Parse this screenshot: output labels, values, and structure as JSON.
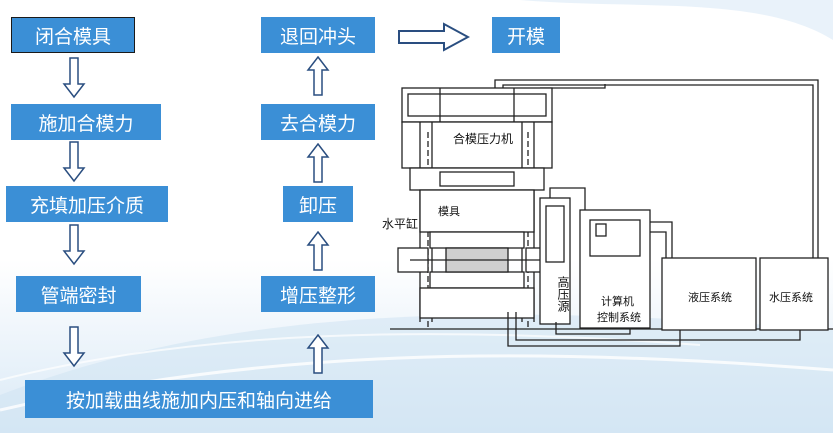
{
  "left_column": [
    {
      "id": "clamp-mold",
      "label": "闭合模具"
    },
    {
      "id": "apply-clamp",
      "label": "施加合模力"
    },
    {
      "id": "fill-medium",
      "label": "充填加压介质"
    },
    {
      "id": "seal-ends",
      "label": "管端密封"
    }
  ],
  "bottom_step": {
    "label": "按加载曲线施加内压和轴向进给"
  },
  "right_column": [
    {
      "id": "retract-punch",
      "label": "退回冲头"
    },
    {
      "id": "remove-clamp",
      "label": "去合模力"
    },
    {
      "id": "unload",
      "label": "卸压"
    },
    {
      "id": "pressurize-shape",
      "label": "增压整形"
    }
  ],
  "final_step": {
    "label": "开模"
  },
  "machine": {
    "press_label": "合模压力机",
    "mold_label": "模具",
    "horizontal_cylinder_label": "水平缸",
    "high_pressure_source_label": "高压源",
    "computer_control_label_line1": "计算机",
    "computer_control_label_line2": "控制系统",
    "hydraulic_system_label": "液压系统",
    "water_pressure_system_label": "水压系统"
  },
  "colors": {
    "box_fill": "#3b8fd6",
    "box_text": "#ffffff",
    "arrow_fill": "#ffffff",
    "arrow_stroke": "#2a4e80"
  }
}
